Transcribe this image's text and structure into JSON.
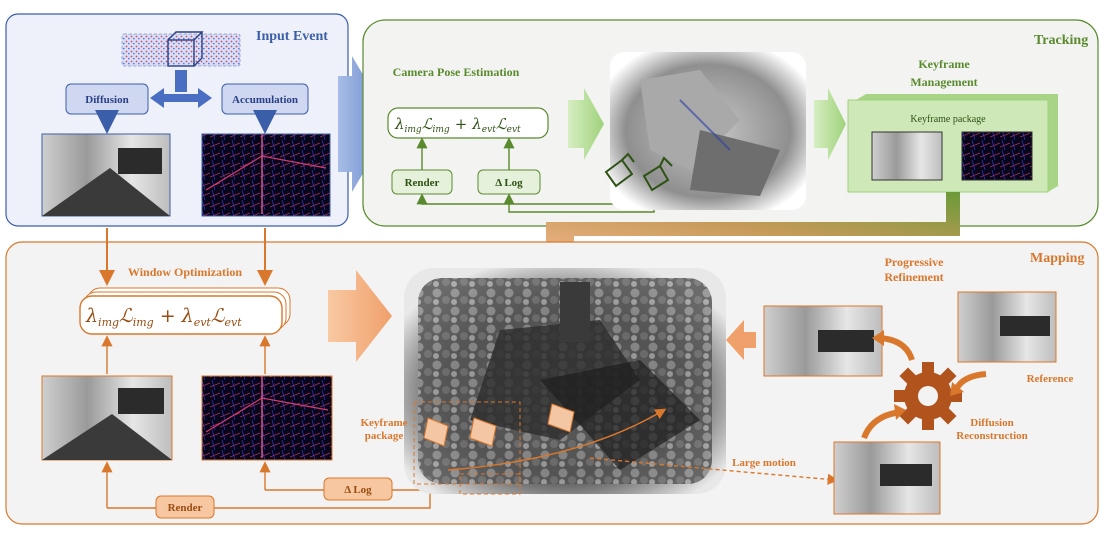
{
  "panels": {
    "input_event": {
      "title": "Input Event",
      "diffusion_label": "Diffusion",
      "accumulation_label": "Accumulation"
    },
    "tracking": {
      "title": "Tracking",
      "pose_title": "Camera Pose Estimation",
      "loss": {
        "lambda_img": "λ",
        "lambda_img_sub": "img",
        "loss_img": "ℒ",
        "loss_img_sub": "img",
        "plus": "+",
        "lambda_evt": "λ",
        "lambda_evt_sub": "evt",
        "loss_evt": "ℒ",
        "loss_evt_sub": "evt"
      },
      "render_label": "Render",
      "delta_log_label": "Δ Log",
      "keyframe_title_line1": "Keyframe",
      "keyframe_title_line2": "Management",
      "keyframe_package_label": "Keyframe package"
    },
    "mapping": {
      "title": "Mapping",
      "window_opt_title": "Window Optimization",
      "loss": {
        "lambda_img": "λ",
        "lambda_img_sub": "img",
        "loss_img": "ℒ",
        "loss_img_sub": "img",
        "plus": "+",
        "lambda_evt": "λ",
        "lambda_evt_sub": "evt",
        "loss_evt": "ℒ",
        "loss_evt_sub": "evt"
      },
      "render_label": "Render",
      "delta_log_label": "Δ Log",
      "keyframe_package_line1": "Keyframe",
      "keyframe_package_line2": "package",
      "large_motion_label": "Large motion",
      "progressive_line1": "Progressive",
      "progressive_line2": "Refinement",
      "reference_label": "Reference",
      "diffusion_recon_line1": "Diffusion",
      "diffusion_recon_line2": "Reconstruction"
    }
  },
  "colors": {
    "input_blue": "#3b5ea8",
    "tracking_green": "#5a8a2e",
    "mapping_orange": "#d9782d"
  },
  "icons": [
    "event-voxel-cube-icon",
    "camera-icon",
    "gear-icon"
  ]
}
